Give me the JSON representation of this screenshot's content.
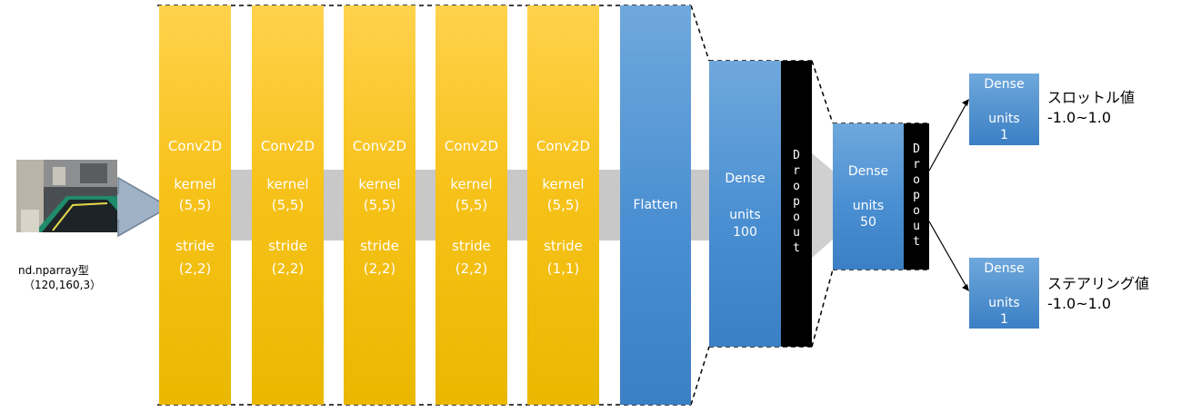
{
  "input": {
    "label_line1": "nd.nparray型",
    "label_line2": "（120,160,3）"
  },
  "conv_layers": [
    {
      "name": "Conv2D",
      "kernel_label": "kernel",
      "kernel": "(5,5)",
      "stride_label": "stride",
      "stride": "(2,2)"
    },
    {
      "name": "Conv2D",
      "kernel_label": "kernel",
      "kernel": "(5,5)",
      "stride_label": "stride",
      "stride": "(2,2)"
    },
    {
      "name": "Conv2D",
      "kernel_label": "kernel",
      "kernel": "(5,5)",
      "stride_label": "stride",
      "stride": "(2,2)"
    },
    {
      "name": "Conv2D",
      "kernel_label": "kernel",
      "kernel": "(5,5)",
      "stride_label": "stride",
      "stride": "(2,2)"
    },
    {
      "name": "Conv2D",
      "kernel_label": "kernel",
      "kernel": "(5,5)",
      "stride_label": "stride",
      "stride": "(1,1)"
    }
  ],
  "flatten": {
    "label": "Flatten"
  },
  "dense1": {
    "name": "Dense",
    "units_label": "units",
    "units": "100"
  },
  "dense2": {
    "name": "Dense",
    "units_label": "units",
    "units": "50"
  },
  "dropout": {
    "label": "Dropout"
  },
  "outputs": [
    {
      "name": "Dense",
      "units_label": "units",
      "units": "1",
      "label": "スロットル値",
      "range": "-1.0~1.0"
    },
    {
      "name": "Dense",
      "units_label": "units",
      "units": "1",
      "label": "ステアリング値",
      "range": "-1.0~1.0"
    }
  ],
  "colors": {
    "conv": "#f7c21a",
    "blue": "#4a8fd2",
    "dropout": "#000000",
    "arrow": "#c8c8c8"
  }
}
